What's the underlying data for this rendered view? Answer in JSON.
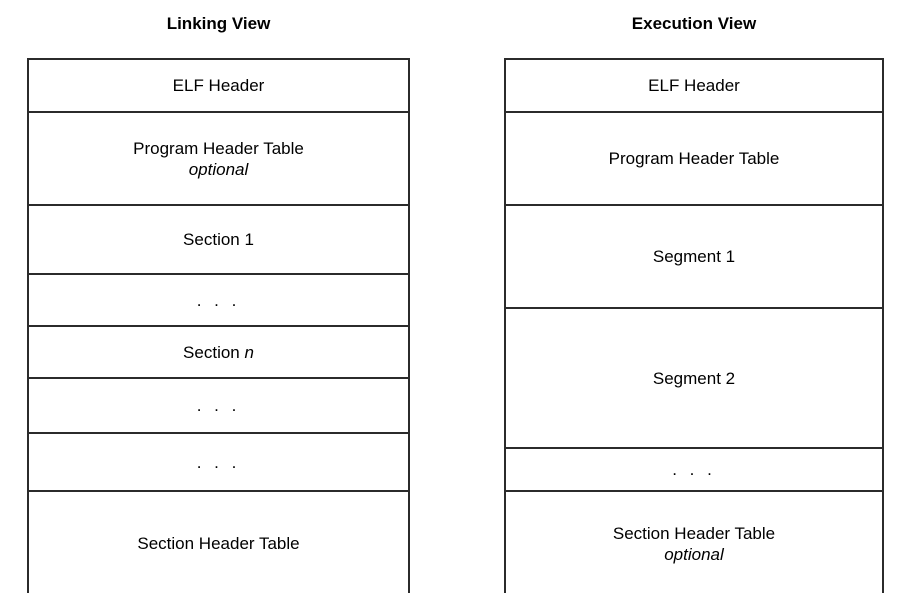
{
  "diagram": {
    "title_left": "Linking View",
    "title_right": "Execution View",
    "ellipsis": ". . .",
    "line_color": "#2b2b2b",
    "background_color": "#ffffff",
    "text_color": "#000000"
  },
  "linking_view": {
    "title": "Linking View",
    "rows": [
      {
        "label": "ELF Header",
        "sub": "",
        "height": 53
      },
      {
        "label": "Program Header Table",
        "sub": "optional",
        "height": 93
      },
      {
        "label": "Section 1",
        "sub": "",
        "height": 69
      },
      {
        "label": ". . .",
        "sub": "",
        "height": 52
      },
      {
        "label": "Section n",
        "sub": "",
        "height": 52,
        "italic_tail": "n"
      },
      {
        "label": ". . .",
        "sub": "",
        "height": 55
      },
      {
        "label": ". . .",
        "sub": "",
        "height": 58
      },
      {
        "label": "Section Header Table",
        "sub": "",
        "height": 103
      }
    ]
  },
  "execution_view": {
    "title": "Execution View",
    "rows": [
      {
        "label": "ELF Header",
        "sub": "",
        "height": 53
      },
      {
        "label": "Program Header Table",
        "sub": "",
        "height": 93
      },
      {
        "label": "Segment 1",
        "sub": "",
        "height": 103
      },
      {
        "label": "Segment 2",
        "sub": "",
        "height": 140
      },
      {
        "label": ". . .",
        "sub": "",
        "height": 43
      },
      {
        "label": "Section Header Table",
        "sub": "optional",
        "height": 103
      }
    ]
  }
}
